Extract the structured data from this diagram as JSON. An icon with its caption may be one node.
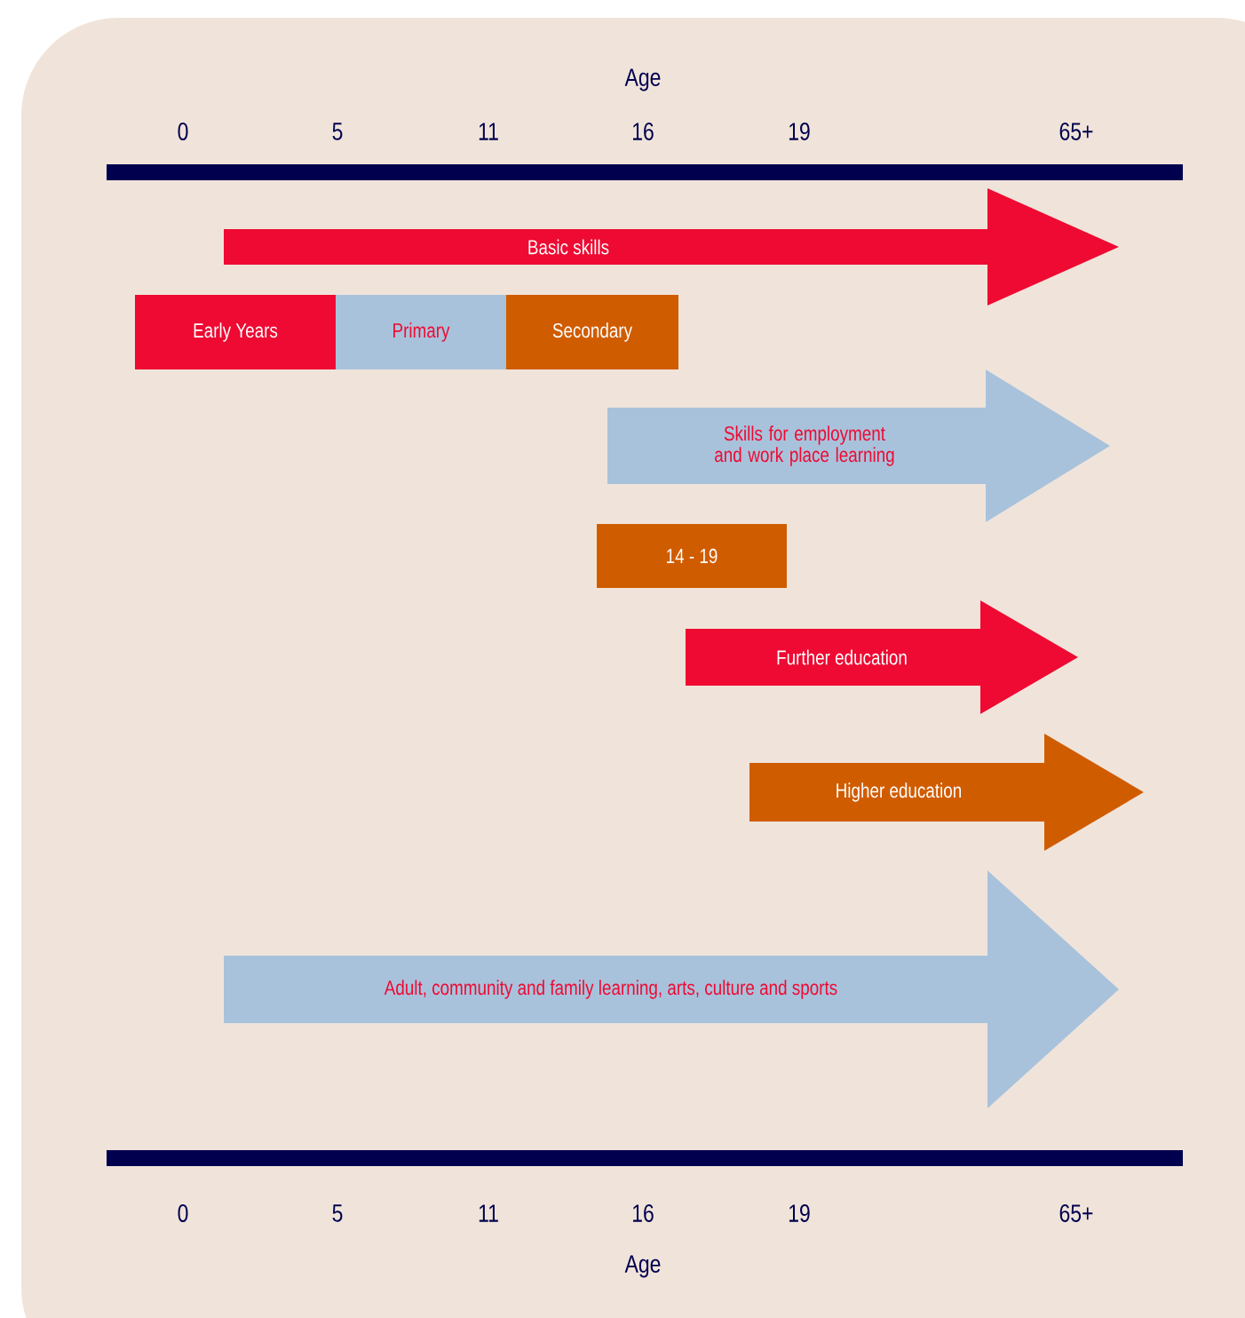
{
  "diagram": {
    "nodes": [
      {
        "text": [
          "Basic skills"
        ]
      },
      {
        "text": [
          "Early Years"
        ]
      },
      {
        "text": [
          "Primary"
        ]
      },
      {
        "text": [
          "Secondary"
        ]
      },
      {
        "text": [
          "Skills for employment and work place learning"
        ]
      },
      {
        "text": [
          "14 - 19"
        ]
      },
      {
        "text": [
          "Further education"
        ]
      },
      {
        "text": [
          "Higher education"
        ]
      },
      {
        "text": [
          "Adult, community and family learning, arts, culture and sports"
        ]
      }
    ],
    "labels": [
      "Age",
      "0",
      "5",
      "11",
      "16",
      "19",
      "65+",
      "0",
      "5",
      "11",
      "16",
      "19",
      "65+",
      "Age"
    ]
  }
}
